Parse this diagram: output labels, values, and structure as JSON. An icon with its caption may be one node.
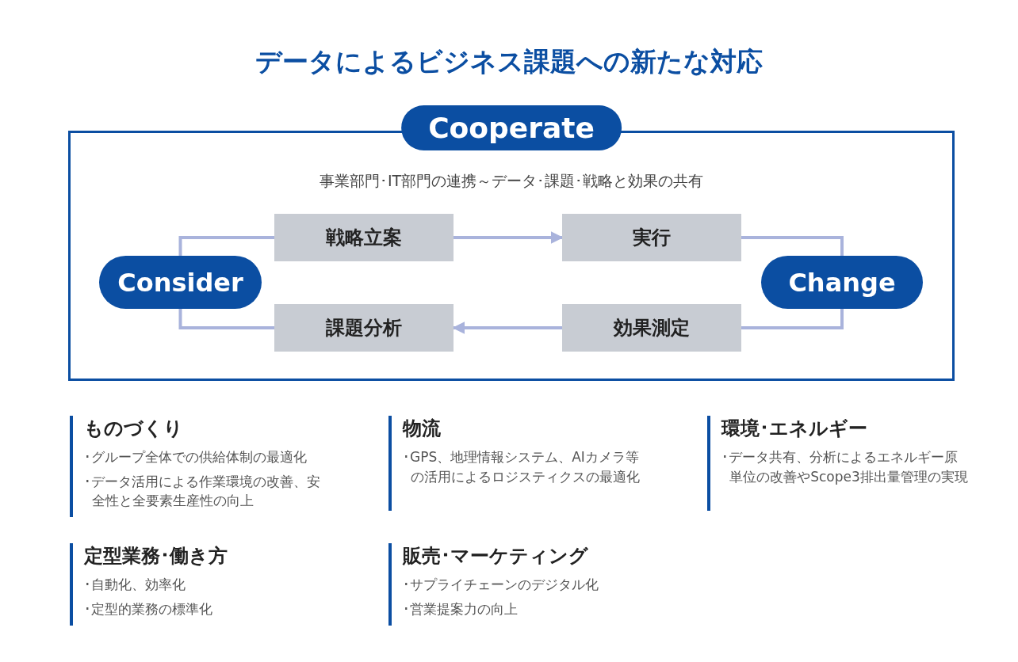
{
  "diagram": {
    "title": "データによるビジネス課題への新たな対応",
    "nodes": [
      {
        "text": [
          "Cooperate",
          "事業部門･IT部門の連携～データ･課題･戦略と効果の共有"
        ]
      },
      {
        "text": [
          "Consider"
        ],
        "in": 0
      },
      {
        "text": [
          "戦略立案"
        ],
        "in": 0
      },
      {
        "text": [
          "実行"
        ],
        "in": 0
      },
      {
        "text": [
          "Change"
        ],
        "in": 0
      },
      {
        "text": [
          "効果測定"
        ],
        "in": 0
      },
      {
        "text": [
          "課題分析"
        ],
        "in": 0
      },
      {
        "text": [
          "ものづくり",
          "･グループ全体での供給体制の最適化",
          "･データ活用による作業環境の改善、安全性と全要素生産性の向上"
        ]
      },
      {
        "text": [
          "物流",
          "･GPS、地理情報システム、AIカメラ等の活用によるロジスティクスの最適化"
        ]
      },
      {
        "text": [
          "環境･エネルギー",
          "･データ共有、分析によるエネルギー原単位の改善やScope3排出量管理の実現"
        ]
      },
      {
        "text": [
          "定型業務･働き方",
          "･自動化、効率化",
          "･定型的業務の標準化"
        ]
      },
      {
        "text": [
          "販売･マーケティング",
          "･サプライチェーンのデジタル化",
          "･営業提案力の向上"
        ]
      }
    ],
    "edges": [
      {
        "from": 1,
        "to": 2,
        "arrow": "none"
      },
      {
        "from": 2,
        "to": 3,
        "arrow": "to"
      },
      {
        "from": 3,
        "to": 4,
        "arrow": "none"
      },
      {
        "from": 4,
        "to": 5,
        "arrow": "none"
      },
      {
        "from": 5,
        "to": 6,
        "arrow": "to"
      },
      {
        "from": 6,
        "to": 1,
        "arrow": "none"
      }
    ]
  }
}
